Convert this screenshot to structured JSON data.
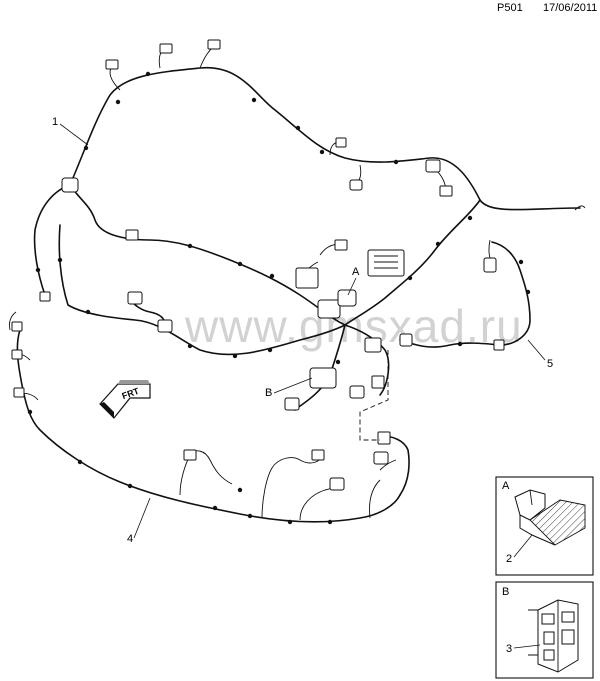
{
  "header": {
    "page_code": "P501",
    "date": "17/06/2011"
  },
  "watermark": "www.gmsxad.ru",
  "front_marker": {
    "label": "FRT"
  },
  "callouts": {
    "item1": "1",
    "item4": "4",
    "item5": "5",
    "detail_A_ref": "A",
    "detail_B_ref": "B"
  },
  "detail_a": {
    "letter": "A",
    "item": "2"
  },
  "detail_b": {
    "letter": "B",
    "item": "3"
  }
}
